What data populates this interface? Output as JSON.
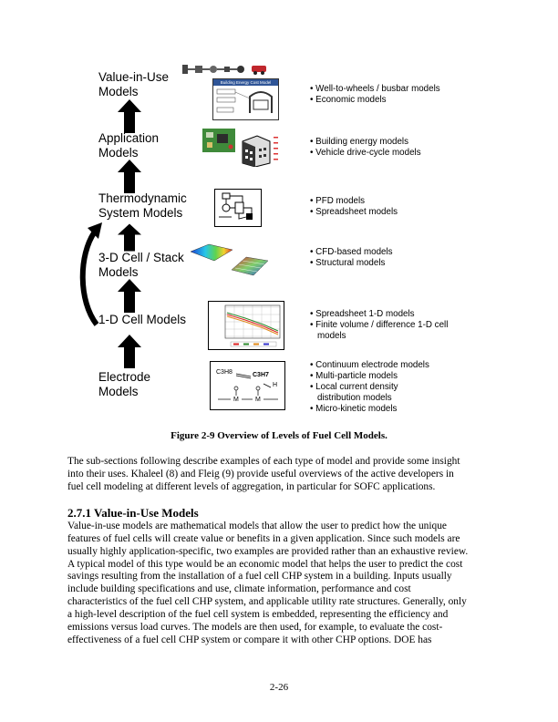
{
  "levels": [
    {
      "label_1": "Value-in-Use",
      "label_2": "Models",
      "bullets": [
        "Well-to-wheels / busbar models",
        "Economic models"
      ]
    },
    {
      "label_1": "Application",
      "label_2": "Models",
      "bullets": [
        "Building energy models",
        "Vehicle drive-cycle models"
      ]
    },
    {
      "label_1": "Thermodynamic",
      "label_2": "System Models",
      "bullets": [
        "PFD models",
        "Spreadsheet models"
      ]
    },
    {
      "label_1": "3-D Cell / Stack",
      "label_2": "Models",
      "bullets": [
        "CFD-based models",
        "Structural models"
      ]
    },
    {
      "label_1": "1-D Cell Models",
      "label_2": "",
      "bullets": [
        "Spreadsheet 1-D models",
        "Finite volume / difference 1-D cell",
        "models"
      ]
    },
    {
      "label_1": "Electrode",
      "label_2": "Models",
      "bullets": [
        "Continuum electrode models",
        "Multi-particle models",
        "Local current density",
        "distribution models",
        "Micro-kinetic models"
      ]
    }
  ],
  "bullet_char": "•",
  "inset": {
    "building_model_title": "Building Energy Cost Model",
    "chem_c3h8": "C3H8",
    "chem_c3h7": "C3H7",
    "chem_h": "H",
    "chem_m1": "M",
    "chem_m2": "M"
  },
  "figure_caption": "Figure 2-9  Overview of Levels of Fuel Cell Models.",
  "intro_paragraph": [
    "The sub-sections following describe examples of each type of model and provide some insight",
    "into their uses. Khaleel (8) and Fleig (9) provide useful overviews of the active developers in",
    "fuel cell modeling at different levels of aggregation, in particular for SOFC applications."
  ],
  "section_heading": "2.7.1  Value-in-Use Models",
  "section_paragraph": [
    "Value-in-use models are mathematical models that allow the user to predict how the unique",
    "features of fuel cells will create value or benefits in a given application. Since such models are",
    "usually highly application-specific, two examples are provided rather than an exhaustive review.",
    "A typical model of this type would be an economic model that helps the user to predict the cost",
    "savings resulting from the installation of a fuel cell CHP system in a building. Inputs usually",
    "include building specifications and use, climate information, performance and cost",
    "characteristics of the fuel cell CHP system, and applicable utility rate structures. Generally, only",
    "a high-level description of the fuel cell system is embedded, representing the efficiency and",
    "emissions versus load curves. The models are then used, for example, to evaluate the cost-",
    "effectiveness of a fuel cell CHP system or compare it with other CHP options. DOE has"
  ],
  "page_number": "2-26"
}
